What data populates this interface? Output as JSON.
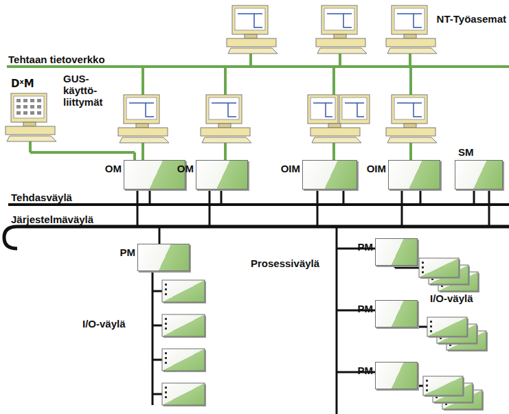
{
  "diagram": {
    "nodes": [
      {
        "text": [
          "OM"
        ]
      },
      {
        "text": [
          "OM"
        ]
      },
      {
        "text": [
          "OIM"
        ]
      },
      {
        "text": [
          "OIM"
        ]
      },
      {
        "text": [
          "SM"
        ]
      },
      {
        "text": [
          "PM"
        ]
      },
      {
        "text": [
          "PM"
        ]
      },
      {
        "text": [
          "PM"
        ]
      },
      {
        "text": [
          "PM"
        ]
      }
    ],
    "labels": [
      "NT-Työasemat",
      "Tehtaan tietoverkko",
      "DˣM",
      "GUS- käyttö- liittymät",
      "Tehdasväylä",
      "Järjestelmäväylä",
      "I/O-väylä",
      "Prosessiväylä",
      "I/O-väylä"
    ]
  }
}
